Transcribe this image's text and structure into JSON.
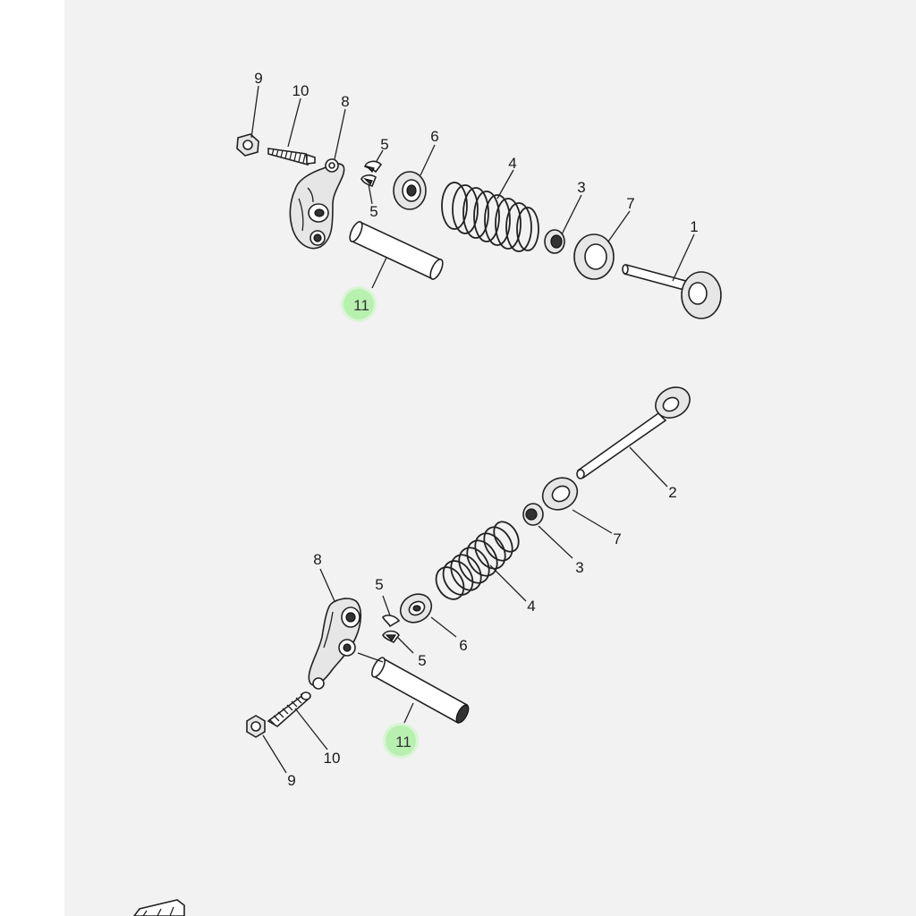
{
  "callouts": {
    "top": {
      "n9": "9",
      "n10": "10",
      "n8": "8",
      "n5a": "5",
      "n5b": "5",
      "n6": "6",
      "n4": "4",
      "n3": "3",
      "n7": "7",
      "n1": "1",
      "n11": "11"
    },
    "bottom": {
      "n2": "2",
      "n7": "7",
      "n3": "3",
      "n4": "4",
      "n8": "8",
      "n5a": "5",
      "n5b": "5",
      "n6": "6",
      "n11": "11",
      "n10": "10",
      "n9": "9"
    }
  },
  "colors": {
    "highlight": "#b8f0b0",
    "highlight_ring": "#d8f5d4",
    "background": "#f2f2f2"
  }
}
